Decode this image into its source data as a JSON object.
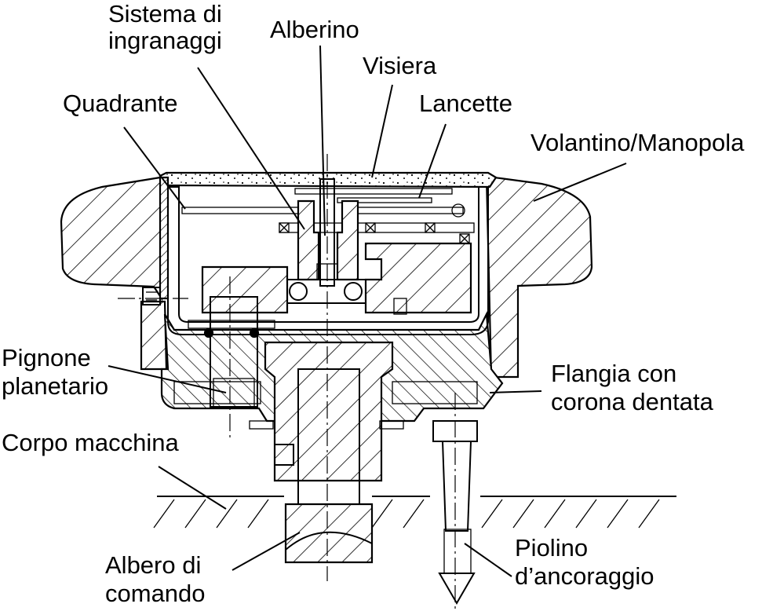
{
  "diagram": {
    "labels": {
      "sistema": [
        "Sistema di",
        "ingranaggi"
      ],
      "alberino": "Alberino",
      "visiera": "Visiera",
      "quadrante": "Quadrante",
      "lancette": "Lancette",
      "volantino": "Volantino/Manopola",
      "pignone": [
        "Pignone",
        "planetario"
      ],
      "flangia": [
        "Flangia con",
        "corona dentata"
      ],
      "corpo": "Corpo macchina",
      "albero": [
        "Albero di",
        "comando"
      ],
      "piolino": [
        "Piolino",
        "d’ancoraggio"
      ]
    },
    "colors": {
      "line": "#000000",
      "background": "#ffffff"
    }
  }
}
